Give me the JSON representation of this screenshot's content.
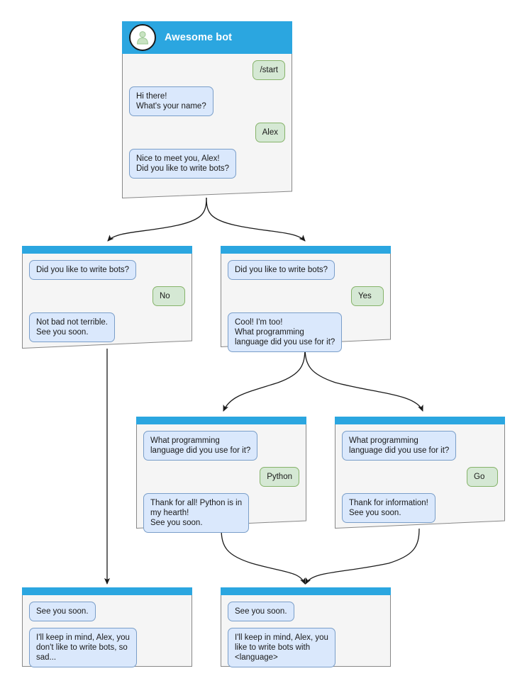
{
  "diagram": {
    "title": "Awesome bot chatbot conversation flow",
    "colors": {
      "header_blue": "#2ba6e0",
      "node_body": "#f5f5f5",
      "node_border": "#888888",
      "bot_bubble_fill": "#dae8fc",
      "bot_bubble_border": "#7a9ec9",
      "user_bubble_fill": "#d5e8d4",
      "user_bubble_border": "#86b36a",
      "edge_stroke": "#1a1a1a",
      "avatar_person": "#b9dcb2",
      "canvas": "#ffffff"
    }
  },
  "nodes": {
    "root": {
      "id": "root",
      "header_type": "with-title",
      "title": "Awesome bot",
      "avatar_icon": "person-avatar-icon",
      "messages": [
        {
          "side": "right",
          "kind": "user",
          "text": "/start"
        },
        {
          "side": "left",
          "kind": "bot",
          "text": "Hi there!\nWhat's your name?"
        },
        {
          "side": "right",
          "kind": "user",
          "text": "Alex"
        },
        {
          "side": "left",
          "kind": "bot",
          "text": "Nice to meet you, Alex!\nDid you like to write bots?"
        }
      ]
    },
    "no_branch": {
      "id": "no_branch",
      "header_type": "bar-only",
      "title": "",
      "messages": [
        {
          "side": "left",
          "kind": "bot",
          "text": "Did you like to write bots?"
        },
        {
          "side": "right",
          "kind": "user",
          "text": "No"
        },
        {
          "side": "left",
          "kind": "bot",
          "text": "Not bad not terrible.\nSee you soon."
        }
      ]
    },
    "yes_branch": {
      "id": "yes_branch",
      "header_type": "bar-only",
      "title": "",
      "messages": [
        {
          "side": "left",
          "kind": "bot",
          "text": "Did you like to write bots?"
        },
        {
          "side": "right",
          "kind": "user",
          "text": "Yes"
        },
        {
          "side": "left",
          "kind": "bot",
          "text": "Cool! I'm too!\nWhat programming\nlanguage did you use for it?"
        }
      ]
    },
    "python_branch": {
      "id": "python_branch",
      "header_type": "bar-only",
      "title": "",
      "messages": [
        {
          "side": "left",
          "kind": "bot",
          "text": "What programming\nlanguage did you use for it?"
        },
        {
          "side": "right",
          "kind": "user",
          "text": "Python"
        },
        {
          "side": "left",
          "kind": "bot",
          "text": "Thank for all! Python is in\nmy hearth!\nSee you soon."
        }
      ]
    },
    "go_branch": {
      "id": "go_branch",
      "header_type": "bar-only",
      "title": "",
      "messages": [
        {
          "side": "left",
          "kind": "bot",
          "text": "What programming\nlanguage did you use for it?"
        },
        {
          "side": "right",
          "kind": "user",
          "text": "Go"
        },
        {
          "side": "left",
          "kind": "bot",
          "text": "Thank for information!\nSee you soon."
        }
      ]
    },
    "end_sad": {
      "id": "end_sad",
      "header_type": "bar-only",
      "title": "",
      "messages": [
        {
          "side": "left",
          "kind": "bot",
          "text": "See you soon."
        },
        {
          "side": "left",
          "kind": "bot",
          "text": "I'll keep in mind, Alex, you\ndon't like to write bots, so\nsad..."
        }
      ]
    },
    "end_happy": {
      "id": "end_happy",
      "header_type": "bar-only",
      "title": "",
      "messages": [
        {
          "side": "left",
          "kind": "bot",
          "text": "See you soon."
        },
        {
          "side": "left",
          "kind": "bot",
          "text": "I'll keep in mind, Alex, you\nlike to write bots with\n<language>"
        }
      ]
    }
  },
  "edges": [
    {
      "from": "root",
      "to": "no_branch",
      "style": "curve"
    },
    {
      "from": "root",
      "to": "yes_branch",
      "style": "curve"
    },
    {
      "from": "no_branch",
      "to": "end_sad",
      "style": "straight"
    },
    {
      "from": "yes_branch",
      "to": "python_branch",
      "style": "curve"
    },
    {
      "from": "yes_branch",
      "to": "go_branch",
      "style": "curve"
    },
    {
      "from": "python_branch",
      "to": "end_happy",
      "style": "curve"
    },
    {
      "from": "go_branch",
      "to": "end_happy",
      "style": "curve"
    }
  ]
}
